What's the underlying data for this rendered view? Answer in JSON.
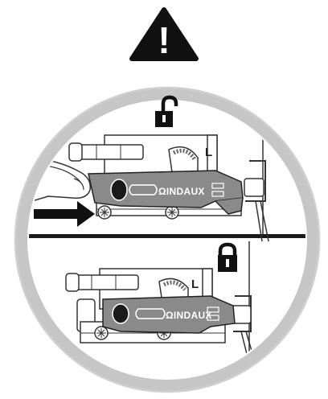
{
  "warning_icon": {
    "icon": "warning-triangle-icon",
    "mark": "!"
  },
  "frame": {
    "ring_color": "#c6c6c6",
    "divider_color": "#1a1a1a"
  },
  "panel_unlocked": {
    "state_icon": "padlock-open-icon",
    "brand_text": "ΩINDAUX",
    "side_letter": "L",
    "arrow_icon": "push-arrow-icon"
  },
  "panel_locked": {
    "state_icon": "padlock-closed-icon",
    "brand_text": "ΩINDAUX",
    "side_letter": "L"
  }
}
